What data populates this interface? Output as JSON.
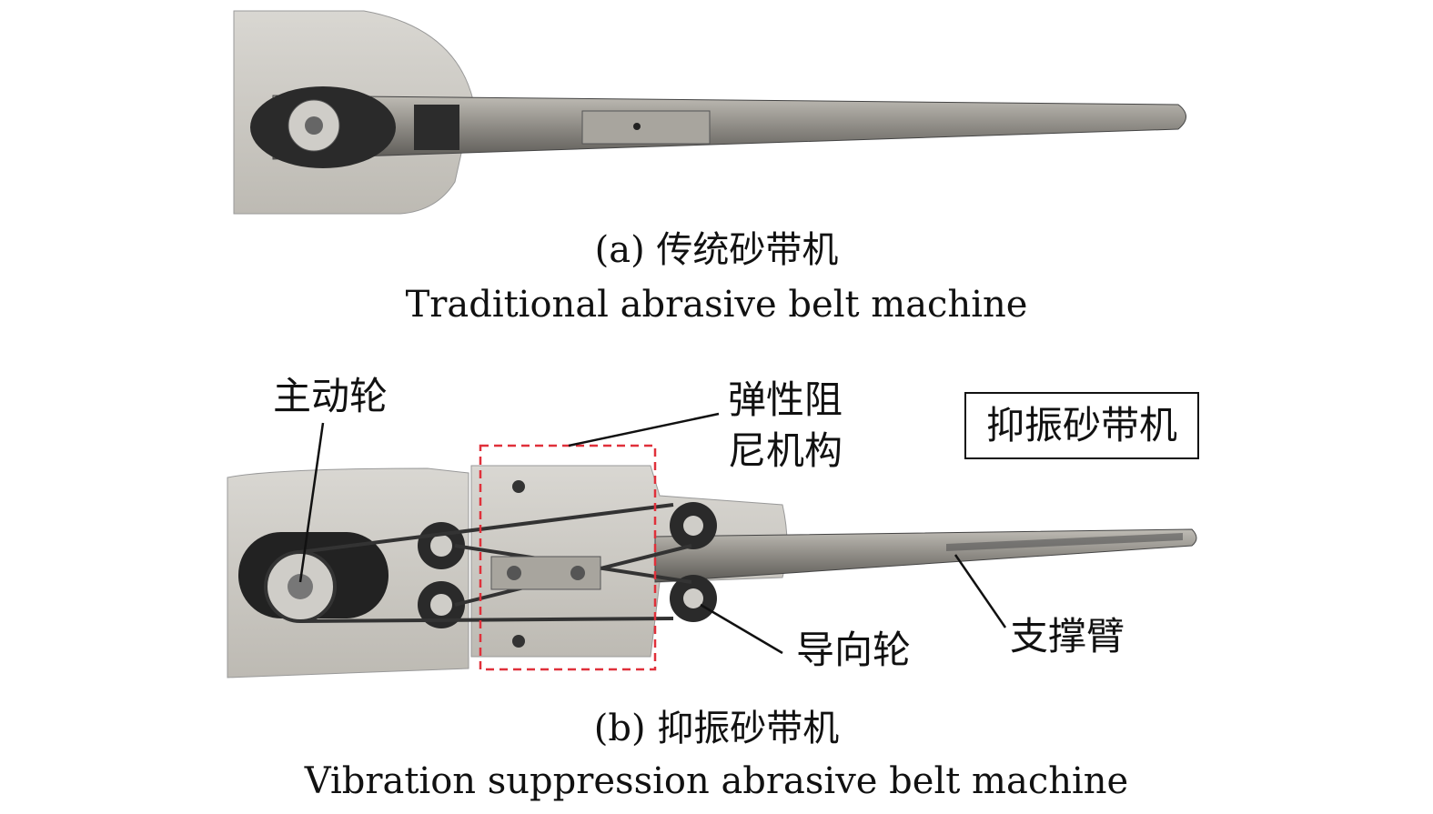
{
  "figure_a": {
    "caption_cn": "(a) 传统砂带机",
    "caption_en": "Traditional abrasive belt machine"
  },
  "figure_b": {
    "caption_cn": "(b) 抑振砂带机",
    "caption_en": "Vibration suppression abrasive belt machine",
    "title_box": "抑振砂带机",
    "labels": {
      "drive_wheel": "主动轮",
      "damping_line1": "弹性阻",
      "damping_line2": "尼机构",
      "guide_wheel": "导向轮",
      "support_arm": "支撑臂"
    },
    "highlight_color": "#e0303a"
  }
}
